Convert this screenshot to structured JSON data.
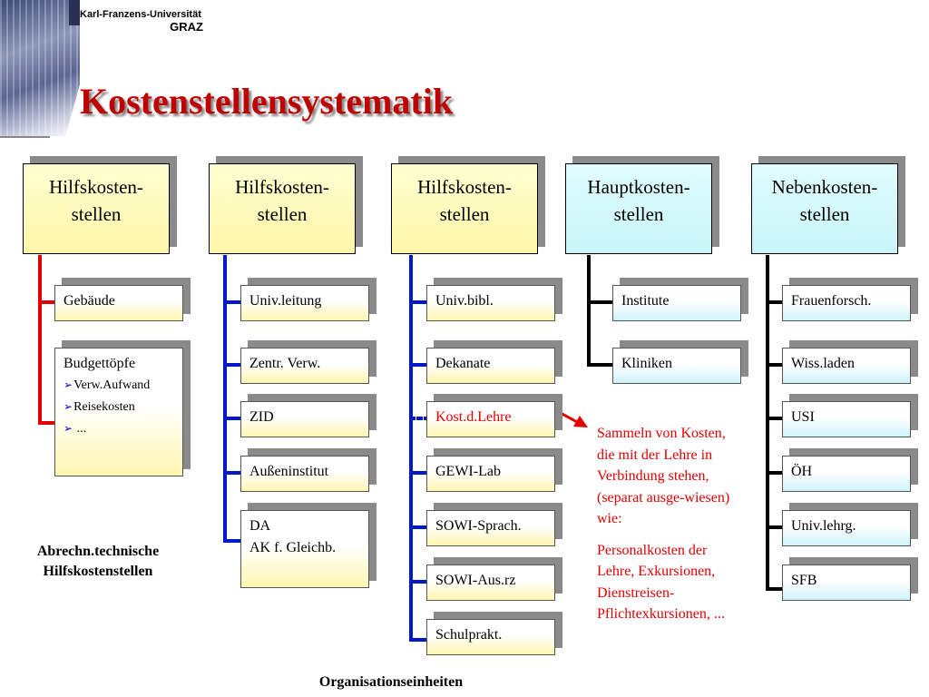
{
  "header": {
    "university_line1": "Karl-Franzens-Universität",
    "university_line2": "GRAZ",
    "title": "Kostenstellensystematik"
  },
  "columns": [
    {
      "header_line1": "Hilfskosten-",
      "header_line2": "stellen",
      "items": [
        "Gebäude"
      ],
      "budget": {
        "title": "Budgettöpfe",
        "subitems": [
          "Verw.Aufwand",
          "Reisekosten",
          "..."
        ]
      }
    },
    {
      "header_line1": "Hilfskosten-",
      "header_line2": "stellen",
      "items": [
        "Univ.leitung",
        "Zentr. Verw.",
        "ZID",
        "Außeninstitut"
      ],
      "last_item_line1": "DA",
      "last_item_line2": "AK f. Gleichb."
    },
    {
      "header_line1": "Hilfskosten-",
      "header_line2": "stellen",
      "items": [
        "Univ.bibl.",
        "Dekanate",
        "Kost.d.Lehre",
        "GEWI-Lab",
        "SOWI-Sprach.",
        "SOWI-Aus.rz",
        "Schulprakt."
      ]
    },
    {
      "header_line1": "Hauptkosten-",
      "header_line2": "stellen",
      "items": [
        "Institute",
        "Kliniken"
      ]
    },
    {
      "header_line1": "Nebenkosten-",
      "header_line2": "stellen",
      "items": [
        "Frauenforsch.",
        "Wiss.laden",
        "USI",
        "ÖH",
        "Univ.lehrg.",
        "SFB"
      ]
    }
  ],
  "note": {
    "paragraph1": "Sammeln  von Kosten, die mit der Lehre in Verbindung stehen, (separat ausge-wiesen) wie:",
    "paragraph2": "Personalkosten der Lehre, Exkursionen, Dienstreisen-Pflichtexkursionen, ..."
  },
  "captions": {
    "left_line1": "Abrechn.technische",
    "left_line2": "Hilfskostenstellen",
    "bottom": "Organisationseinheiten"
  },
  "colors": {
    "title": "#c00000",
    "connector_col1": "#e00000",
    "connector_col2_col3": "#0018c8",
    "connector_col4_col5": "#000000",
    "highlight_text": "#e00000",
    "header_yellow": "#fff6a8",
    "header_cyan": "#c8f5f8"
  }
}
